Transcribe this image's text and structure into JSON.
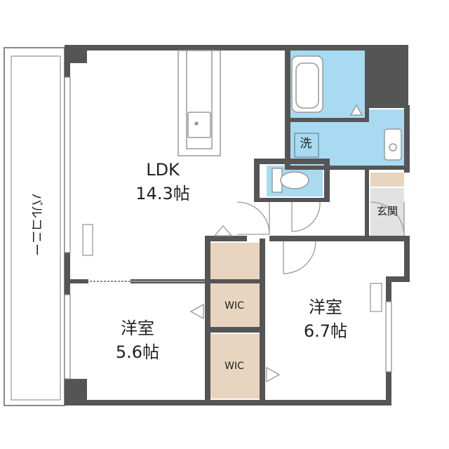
{
  "rooms": {
    "ldk": {
      "name": "LDK",
      "size": "14.3帖"
    },
    "western_1": {
      "name": "洋室",
      "size": "5.6帖"
    },
    "western_2": {
      "name": "洋室",
      "size": "6.7帖"
    },
    "balcony": "バルコニー",
    "wic_1": "WIC",
    "wic_2": "WIC",
    "laundry": "洗",
    "entrance": "玄関"
  },
  "colors": {
    "wall": "#555555",
    "wet_area": "#a8daf2",
    "storage": "#e8d5bf",
    "entrance": "#e2e2e2",
    "fixture_line": "#999999",
    "background": "#ffffff"
  }
}
